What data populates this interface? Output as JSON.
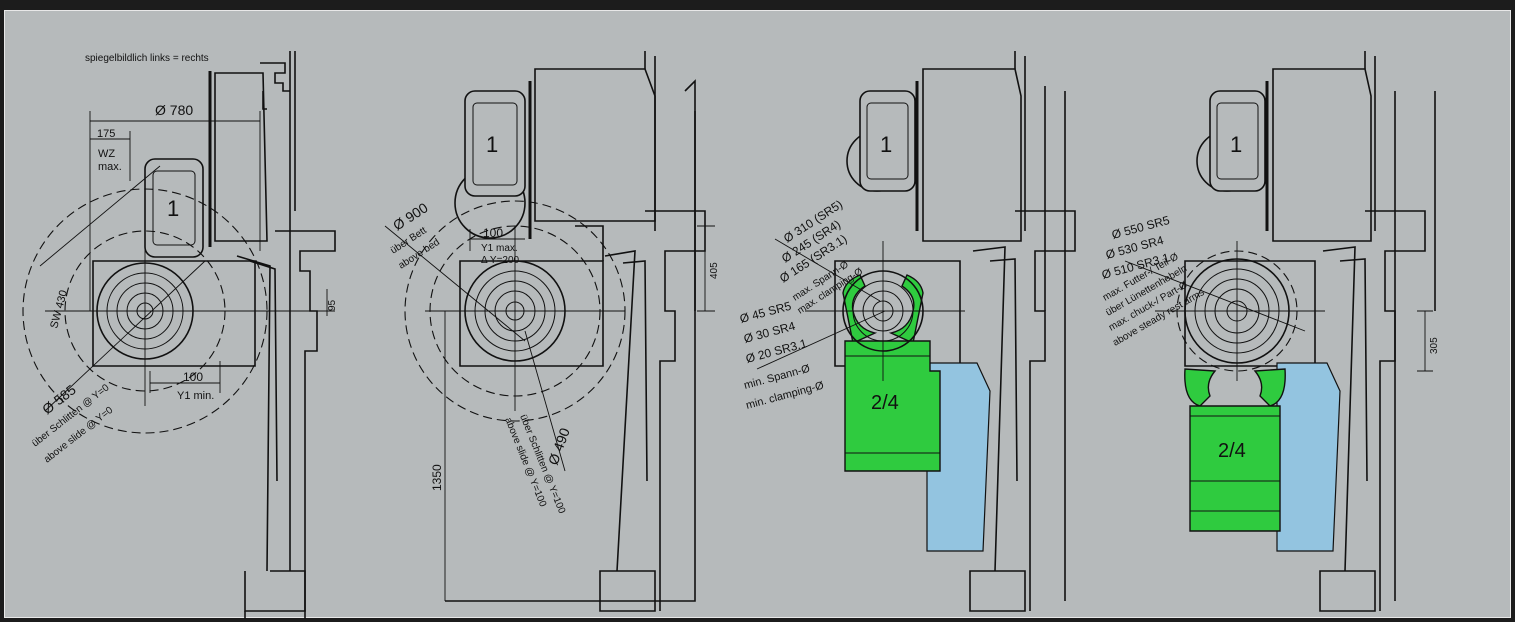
{
  "header_note": "spiegelbildlich links = rechts",
  "views": [
    {
      "turret_label": "1",
      "dia_780": "Ø 780",
      "dim_175": "175",
      "wz_max_1": "WZ",
      "wz_max_2": "max.",
      "sw_430": "SW 430",
      "dia_585": "Ø 585",
      "ueber_schlitten_y0": "über Schlitten @ Y=0",
      "above_slide_y0": "above slide @ Y=0",
      "dim_100": "100",
      "y1_min": "Y1 min.",
      "dim_95": "95"
    },
    {
      "turret_label": "1",
      "dia_900": "Ø 900",
      "ueber_bett": "über Bett",
      "above_bed": "above bed",
      "dim_100": "100",
      "y1_max": "Y1 max.",
      "delta_y": "Δ Y=200",
      "dim_405": "405",
      "dim_1350": "1350",
      "dia_490": "Ø 490",
      "ueber_schlitten_y100": "über Schlitten @ Y=100",
      "above_slide_y100": "above slide @ Y=100"
    },
    {
      "turret_label": "1",
      "rest_label": "2/4",
      "dia_310": "Ø 310 (SR5)",
      "dia_245": "Ø 245 (SR4)",
      "dia_165": "Ø 165 (SR3.1)",
      "max_spann": "max. Spann-Ø",
      "max_clamping": "max. clamping-Ø",
      "dia_45": "Ø 45 SR5",
      "dia_30": "Ø 30 SR4",
      "dia_20": "Ø 20 SR3.1",
      "min_spann": "min. Spann-Ø",
      "min_clamping": "min. clamping-Ø"
    },
    {
      "turret_label": "1",
      "rest_label": "2/4",
      "dia_550": "Ø 550 SR5",
      "dia_530": "Ø 530 SR4",
      "dia_510": "Ø 510 SR3.1",
      "max_futter": "max. Futter-/ Teil-Ø",
      "ueber_luenetten": "über Lünettenhebeln",
      "max_chuck": "max. chuck-/ Part-Ø",
      "above_steady": "above steady rest arms",
      "dim_305": "305"
    }
  ],
  "colors": {
    "background": "#b6babb",
    "steady_rest": "#2fcb3f",
    "tailstock_guard": "#93c4e0",
    "line": "#111111"
  }
}
